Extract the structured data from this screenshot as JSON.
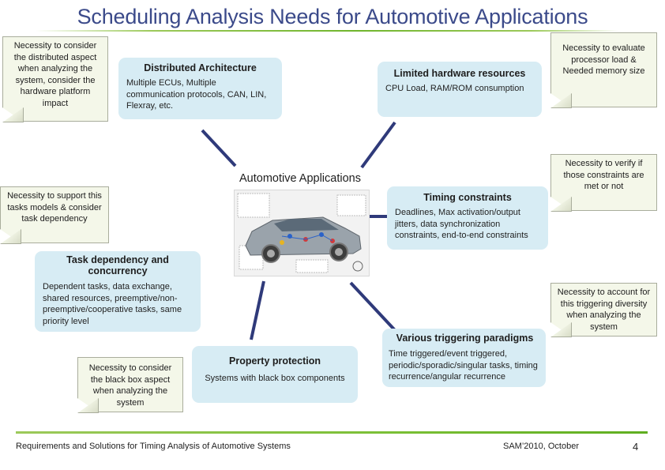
{
  "slide": {
    "title": "Scheduling Analysis Needs for Automotive Applications",
    "center_label": "Automotive Applications"
  },
  "topics": {
    "distributed": {
      "heading": "Distributed Architecture",
      "body": "Multiple ECUs, Multiple communication protocols, CAN, LIN, Flexray, etc."
    },
    "hardware": {
      "heading": "Limited hardware resources",
      "body": "CPU Load, RAM/ROM consumption"
    },
    "timing": {
      "heading": "Timing constraints",
      "body": "Deadlines, Max activation/output jitters, data synchronization constraints, end-to-end constraints"
    },
    "task_dependency": {
      "heading": "Task dependency and concurrency",
      "body": "Dependent tasks, data exchange, shared resources, preemptive/non-preemptive/cooperative tasks, same priority level"
    },
    "property": {
      "heading": "Property protection",
      "body": "Systems with black box components"
    },
    "triggering": {
      "heading": "Various triggering paradigms",
      "body": "Time triggered/event triggered, periodic/sporadic/singular tasks, timing recurrence/angular recurrence"
    }
  },
  "notes": {
    "distributed": "Necessity to consider the distributed aspect when analyzing the system, consider the hardware platform impact",
    "processor": "Necessity to evaluate processor load & Needed memory size",
    "constraints": "Necessity to verify if those constraints are met or not",
    "task_models": "Necessity to support this tasks models & consider task dependency",
    "triggering": "Necessity to account for this triggering diversity when analyzing the system",
    "black_box": "Necessity to consider the black box aspect when analyzing the system"
  },
  "footer": {
    "left": "Requirements and Solutions for Timing Analysis of Automotive Systems",
    "event": "SAM’2010, October",
    "page": "4"
  },
  "colors": {
    "title": "#3b4a8a",
    "bubble": "#d7ecf4",
    "note": "#f4f7e9",
    "connector": "#2f3a7a",
    "accent_green": "#6fb52c"
  }
}
